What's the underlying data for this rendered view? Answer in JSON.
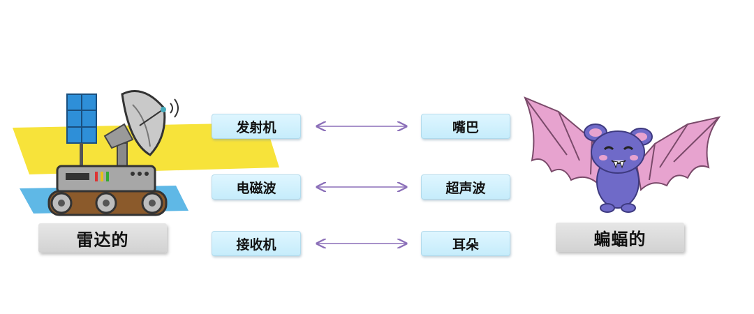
{
  "left_label": "雷达的",
  "right_label": "蝙蝠的",
  "pairs": [
    {
      "radar": "发射机",
      "bat": "嘴巴"
    },
    {
      "radar": "电磁波",
      "bat": "超声波"
    },
    {
      "radar": "接收机",
      "bat": "耳朵"
    }
  ],
  "colors": {
    "arrow": "#8b6fb8",
    "pill": "#cdeefb",
    "label_box": "#dcdcdc",
    "yellow_band": "#f7e33a",
    "blue_band": "#5fb8e6",
    "bat_body": "#6f6ac8",
    "bat_wing": "#e7a3cf"
  },
  "icons": [
    "radar-rover-icon",
    "bat-icon"
  ]
}
